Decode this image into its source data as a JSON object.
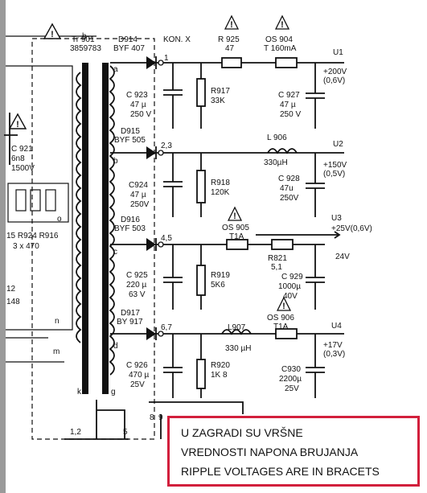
{
  "transformer": {
    "ref": "Tr 901",
    "part": "3859783",
    "pins": [
      "h",
      "k",
      "g",
      "n",
      "m",
      "o",
      "1,2",
      "5"
    ]
  },
  "connector": {
    "label": "KON. X",
    "pins": [
      "1",
      "2,3",
      "4,5",
      "6,7",
      "8",
      "9"
    ]
  },
  "left_parts": {
    "c921": "C 921",
    "c921_val1": "6n8",
    "c921_val2": "1500V",
    "r_refs": "15  R924  R916",
    "r_val": "3 x 470",
    "n12": "12",
    "n148": "148"
  },
  "rails": [
    {
      "winding": "a",
      "diode_ref": "D914",
      "diode_type": "BYF 407",
      "cap": {
        "ref": "C 923",
        "v1": "47 µ",
        "v2": "250 V"
      },
      "res": {
        "ref": "R917",
        "val": "33K"
      },
      "series": {
        "ref": "R 925",
        "val": "47"
      },
      "fuse": {
        "ref": "OS 904",
        "val": "T 160mA"
      },
      "out_cap": {
        "ref": "C 927",
        "v1": "47 µ",
        "v2": "250 V"
      },
      "out_label": "U1",
      "voltage": "+200V",
      "ripple": "(0,6V)"
    },
    {
      "winding": "b",
      "diode_ref": "D915",
      "diode_type": "BYF 505",
      "cap": {
        "ref": "C924",
        "v1": "47 µ",
        "v2": "250V"
      },
      "res": {
        "ref": "R918",
        "val": "120K"
      },
      "inductor": {
        "ref": "L 906",
        "val": "330µH"
      },
      "out_cap": {
        "ref": "C 928",
        "v1": "47u",
        "v2": "250V"
      },
      "out_label": "U2",
      "voltage": "+150V",
      "ripple": "(0,5V)"
    },
    {
      "winding": "c",
      "diode_ref": "D916",
      "diode_type": "BYF 503",
      "cap": {
        "ref": "C 925",
        "v1": "220 µ",
        "v2": "63 V"
      },
      "res": {
        "ref": "R919",
        "val": "5K6"
      },
      "fuse": {
        "ref": "OS 905",
        "val": "T1A"
      },
      "series": {
        "ref": "R821",
        "val": "5,1"
      },
      "out_cap": {
        "ref": "C 929",
        "v1": "1000µ",
        "v2": "40V"
      },
      "out_label": "U3",
      "voltage": "+25V(0,6V)",
      "alt_voltage": "24V"
    },
    {
      "winding": "d",
      "diode_ref": "D917",
      "diode_type": "BY 917",
      "cap": {
        "ref": "C 926",
        "v1": "470 µ",
        "v2": "25V"
      },
      "res": {
        "ref": "R920",
        "val": "1K 8"
      },
      "inductor": {
        "ref": "L907",
        "val": "330 µH"
      },
      "fuse": {
        "ref": "OS 906",
        "val": "T1A"
      },
      "out_cap": {
        "ref": "C930",
        "v1": "2200µ",
        "v2": "25V"
      },
      "out_label": "U4",
      "voltage": "+17V",
      "ripple": "(0,3V)"
    }
  ],
  "note": {
    "line1": "U ZAGRADI SU VRŠNE",
    "line2": "VREDNOSTI NAPONA BRUJANJA",
    "line3": "RIPPLE VOLTAGES ARE IN BRACETS"
  },
  "colors": {
    "note_border": "#d21f3c",
    "ink": "#111111"
  }
}
